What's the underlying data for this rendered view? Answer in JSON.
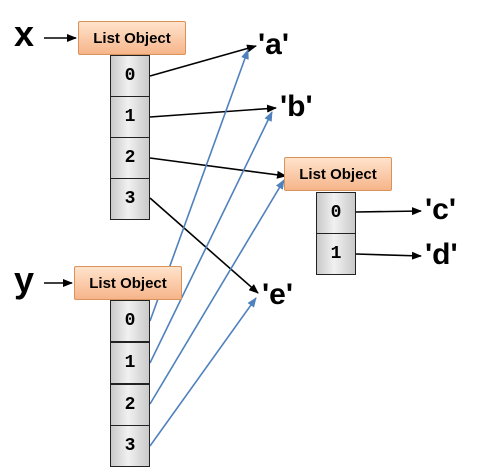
{
  "variables": {
    "x": "x",
    "y": "y"
  },
  "list_object_label": "List Object",
  "list_x": {
    "indices": [
      "0",
      "1",
      "2",
      "3"
    ]
  },
  "list_y": {
    "indices": [
      "0",
      "1",
      "2",
      "3"
    ]
  },
  "sublist": {
    "indices": [
      "0",
      "1"
    ]
  },
  "strings": {
    "a": "'a'",
    "b": "'b'",
    "c": "'c'",
    "d": "'d'",
    "e": "'e'"
  },
  "colors": {
    "list_object_fill": "#f6b58a",
    "x_arrows": "#000000",
    "y_arrows": "#4f81bd"
  }
}
